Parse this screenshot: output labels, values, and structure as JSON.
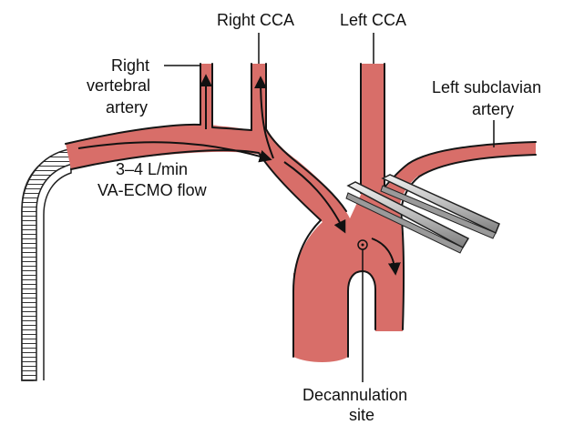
{
  "labels": {
    "right_cca": "Right CCA",
    "left_cca": "Left CCA",
    "right_vertebral_1": "Right",
    "right_vertebral_2": "vertebral",
    "right_vertebral_3": "artery",
    "left_subclavian_1": "Left subclavian",
    "left_subclavian_2": "artery",
    "flow_1": "3–4 L/min",
    "flow_2": "VA-ECMO flow",
    "decannulation_1": "Decannulation",
    "decannulation_2": "site"
  },
  "colors": {
    "vessel": "#d86e69",
    "outline": "#151515",
    "clamp": "#c9c9c9"
  }
}
